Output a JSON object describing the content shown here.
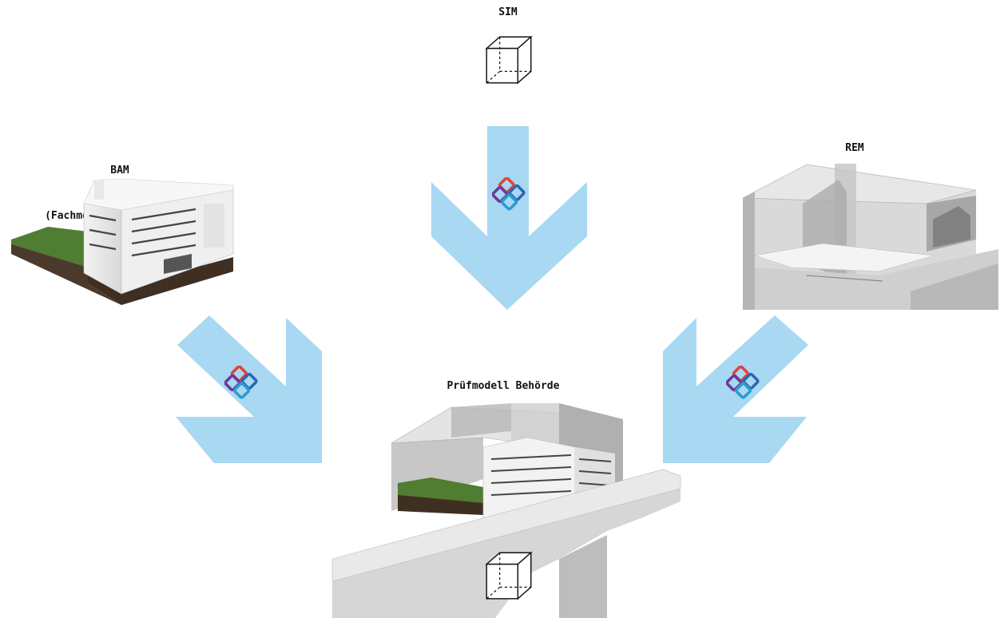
{
  "nodes": {
    "sim": {
      "label": "SIM"
    },
    "bam": {
      "label_line1": "BAM",
      "label_line2": "(Fachmodell Architektur)"
    },
    "rem": {
      "label": "REM"
    },
    "pruef": {
      "label": "Prüfmodell Behörde"
    }
  },
  "colors": {
    "arrow": "#a8d8f2",
    "ifc_red": "#e0413f",
    "ifc_blue": "#2f66b0",
    "ifc_purple": "#6b3a98",
    "ifc_cyan": "#2a9bd1"
  },
  "icons": {
    "ifc": "ifc-logo-icon",
    "cube": "cube-wireframe-icon"
  }
}
